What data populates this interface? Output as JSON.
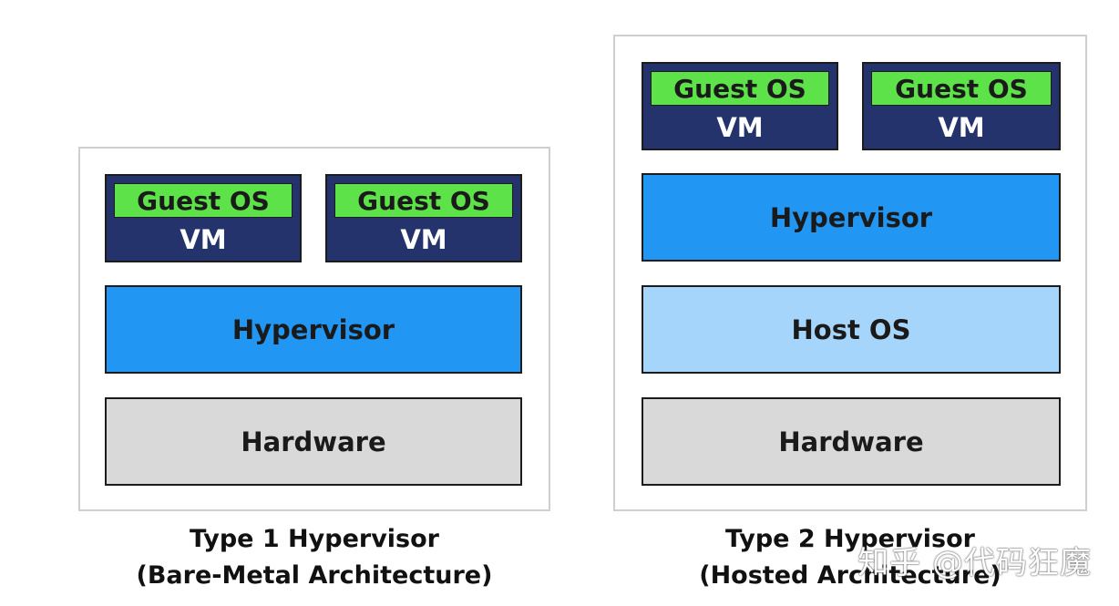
{
  "colors": {
    "vm_bg": "#24336b",
    "guest_os_bg": "#5ee24a",
    "hypervisor_bg": "#2196f3",
    "host_os_bg": "#a6d5fb",
    "hardware_bg": "#d9d9d9",
    "panel_border": "#cfcfcf"
  },
  "type1": {
    "vms": [
      {
        "guest_os": "Guest OS",
        "vm": "VM"
      },
      {
        "guest_os": "Guest OS",
        "vm": "VM"
      }
    ],
    "hypervisor": "Hypervisor",
    "hardware": "Hardware",
    "caption_line1": "Type 1 Hypervisor",
    "caption_line2": "(Bare-Metal Architecture)"
  },
  "type2": {
    "vms": [
      {
        "guest_os": "Guest OS",
        "vm": "VM"
      },
      {
        "guest_os": "Guest OS",
        "vm": "VM"
      }
    ],
    "hypervisor": "Hypervisor",
    "host_os": "Host OS",
    "hardware": "Hardware",
    "caption_line1": "Type 2 Hypervisor",
    "caption_line2": "(Hosted Architecture)"
  },
  "watermark": "知乎 @代码狂魔"
}
